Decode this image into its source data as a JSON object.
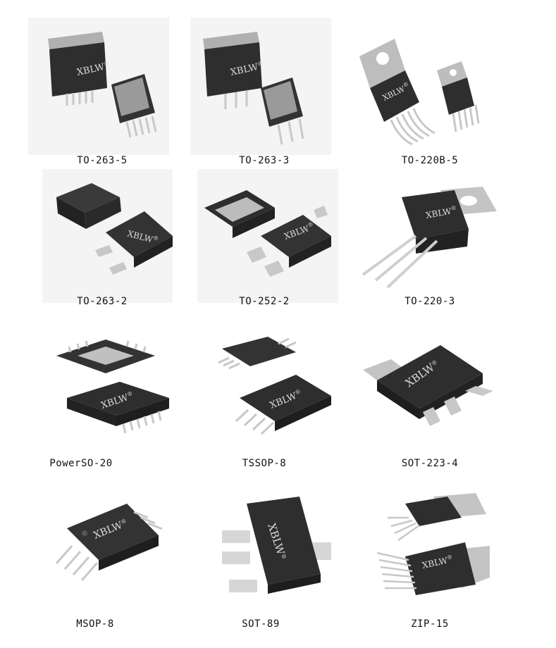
{
  "brand": "XBLW",
  "registered": "®",
  "packages": [
    {
      "name": "TO-263-5"
    },
    {
      "name": "TO-263-3"
    },
    {
      "name": "TO-220B-5"
    },
    {
      "name": "TO-263-2"
    },
    {
      "name": "TO-252-2"
    },
    {
      "name": "TO-220-3"
    },
    {
      "name": "PowerSO-20"
    },
    {
      "name": "TSSOP-8"
    },
    {
      "name": "SOT-223-4"
    },
    {
      "name": "MSOP-8"
    },
    {
      "name": "SOT-89"
    },
    {
      "name": "ZIP-15"
    }
  ],
  "colors": {
    "body": "#2b2b2b",
    "body_top": "#3a3a3a",
    "tab": "#b9b9b9",
    "lead": "#c8c8c8",
    "bg": "#ffffff"
  }
}
